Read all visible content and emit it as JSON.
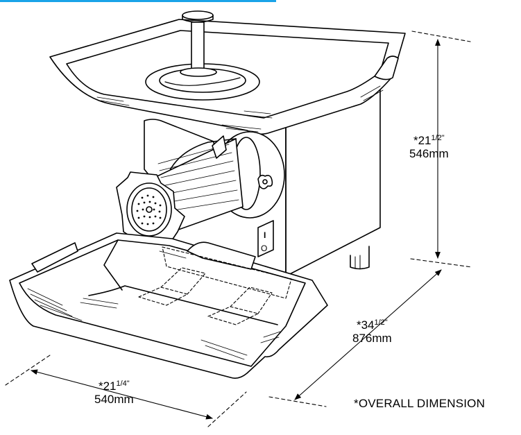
{
  "colors": {
    "accent": "#1aa3e8",
    "line": "#000000",
    "background": "#ffffff"
  },
  "dimensions": {
    "height": {
      "imperial_main": "*21",
      "imperial_fraction": "1/2\"",
      "metric": "546mm"
    },
    "depth": {
      "imperial_main": "*34",
      "imperial_fraction": "1/2\"",
      "metric": "876mm"
    },
    "width": {
      "imperial_main": "*21",
      "imperial_fraction": "1/4\"",
      "metric": "540mm"
    }
  },
  "footnote": "*OVERALL DIMENSION",
  "switch": {
    "on_symbol": "I",
    "off_symbol": "O"
  }
}
